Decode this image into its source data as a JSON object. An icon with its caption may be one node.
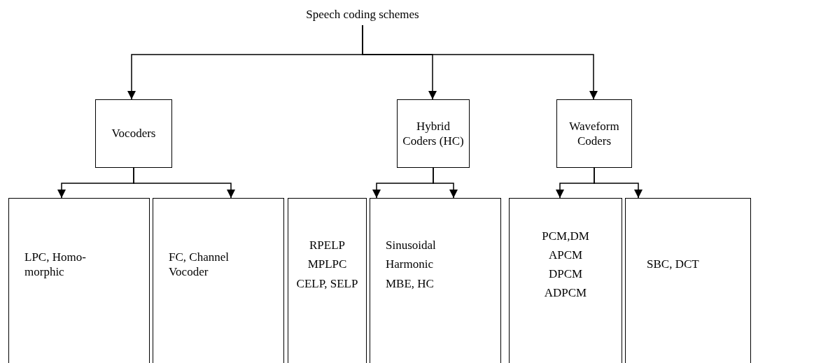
{
  "diagram": {
    "nodes": [
      {
        "text": [
          "Speech coding schemes"
        ]
      },
      {
        "text": [
          "Vocoders"
        ]
      },
      {
        "text": [
          "Hybrid Coders (HC)"
        ]
      },
      {
        "text": [
          "Waveform Coders"
        ]
      },
      {
        "text": [
          "LPC, Homo-morphic"
        ]
      },
      {
        "text": [
          "FC, Channel Vocoder"
        ]
      },
      {
        "text": [
          "RPELP",
          "MPLPC",
          "CELP, SELP"
        ]
      },
      {
        "text": [
          "Sinusoidal",
          "Harmonic",
          "MBE, HC"
        ]
      },
      {
        "text": [
          "PCM,DM",
          "APCM",
          "DPCM",
          "ADPCM"
        ]
      },
      {
        "text": [
          "SBC, DCT"
        ]
      }
    ],
    "edges": [
      {
        "from": 0,
        "to": 1,
        "arrow": "to"
      },
      {
        "from": 0,
        "to": 2,
        "arrow": "to"
      },
      {
        "from": 0,
        "to": 3,
        "arrow": "to"
      },
      {
        "from": 1,
        "to": 4,
        "arrow": "to"
      },
      {
        "from": 1,
        "to": 5,
        "arrow": "to"
      },
      {
        "from": 2,
        "to": 6,
        "arrow": "to"
      },
      {
        "from": 2,
        "to": 7,
        "arrow": "to"
      },
      {
        "from": 3,
        "to": 8,
        "arrow": "to"
      },
      {
        "from": 3,
        "to": 9,
        "arrow": "to"
      }
    ]
  }
}
